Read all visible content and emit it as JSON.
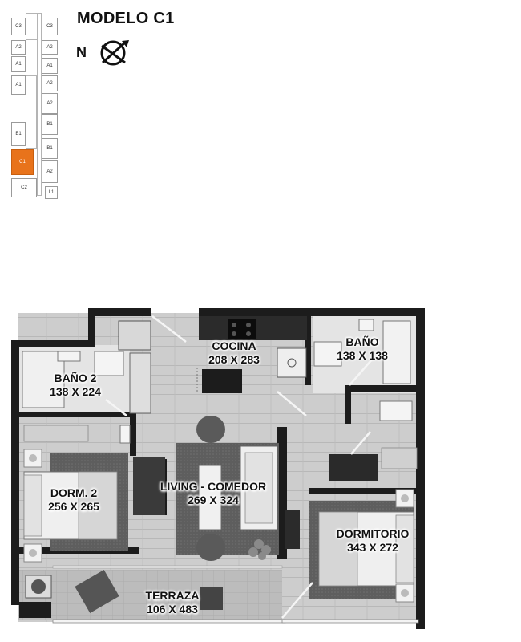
{
  "header": {
    "title": "MODELO C1",
    "north_label": "N"
  },
  "keyplan": {
    "left_column": [
      "C3",
      "A2",
      "A1",
      "A1",
      "B1",
      "C1",
      "C2"
    ],
    "right_column": [
      "C3",
      "A2",
      "A1",
      "A2",
      "A2",
      "B1",
      "B1",
      "A2",
      "L1"
    ],
    "highlighted_unit": "C1",
    "highlight_color": "#e8731b"
  },
  "rooms": {
    "cocina": {
      "name": "COCINA",
      "size": "208 X 283"
    },
    "bano": {
      "name": "BAÑO",
      "size": "138 X 138"
    },
    "bano2": {
      "name": "BAÑO 2",
      "size": "138 X 224"
    },
    "dorm2": {
      "name": "DORM. 2",
      "size": "256 X 265"
    },
    "living": {
      "name": "LIVING - COMEDOR",
      "size": "269 X 324"
    },
    "dormitorio": {
      "name": "DORMITORIO",
      "size": "343 X 272"
    },
    "terraza": {
      "name": "TERRAZA",
      "size": "106 X 483"
    }
  },
  "colors": {
    "wall": "#1c1c1c",
    "floor": "#cfcfcf",
    "rug": "#6a6a6a",
    "accent": "#e8731b"
  }
}
